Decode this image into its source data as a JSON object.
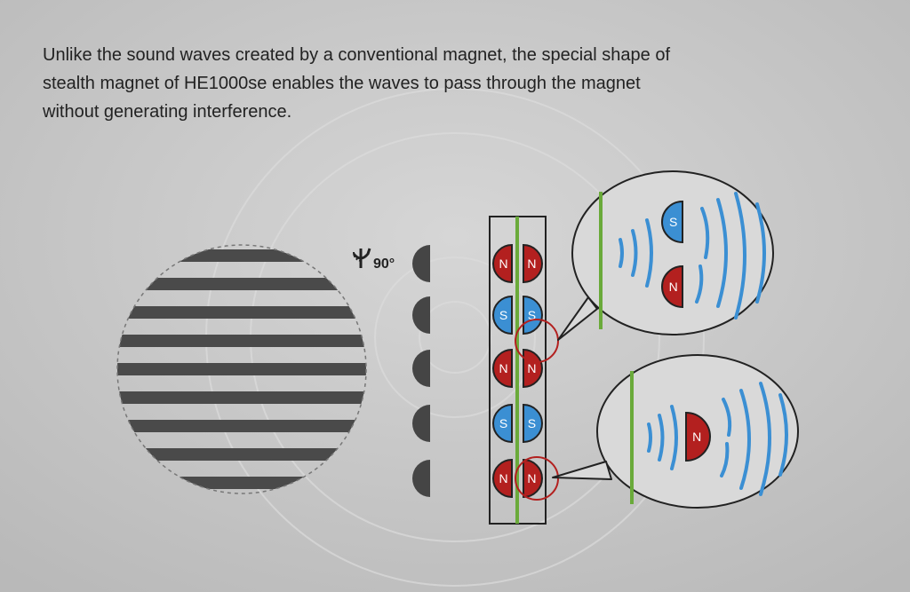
{
  "caption": {
    "lines": [
      "Unlike the sound waves created by a conventional magnet, the special shape of",
      "stealth magnet of HE1000se enables the waves to pass through the magnet",
      "without generating interference."
    ]
  },
  "rotation_label": "90°",
  "magnet_column": {
    "rows": [
      {
        "left": "N",
        "right": "N"
      },
      {
        "left": "S",
        "right": "S"
      },
      {
        "left": "N",
        "right": "N"
      },
      {
        "left": "S",
        "right": "S"
      },
      {
        "left": "N",
        "right": "N"
      }
    ]
  },
  "callout_top": {
    "magnets": [
      "S",
      "N"
    ]
  },
  "callout_bottom": {
    "magnets": [
      "N"
    ]
  },
  "colors": {
    "north": "#b3201f",
    "south": "#3b8fd3",
    "wave": "#3b8fd3",
    "diaphragm": "#6aaa3a",
    "stripe": "#4a4a4a"
  }
}
